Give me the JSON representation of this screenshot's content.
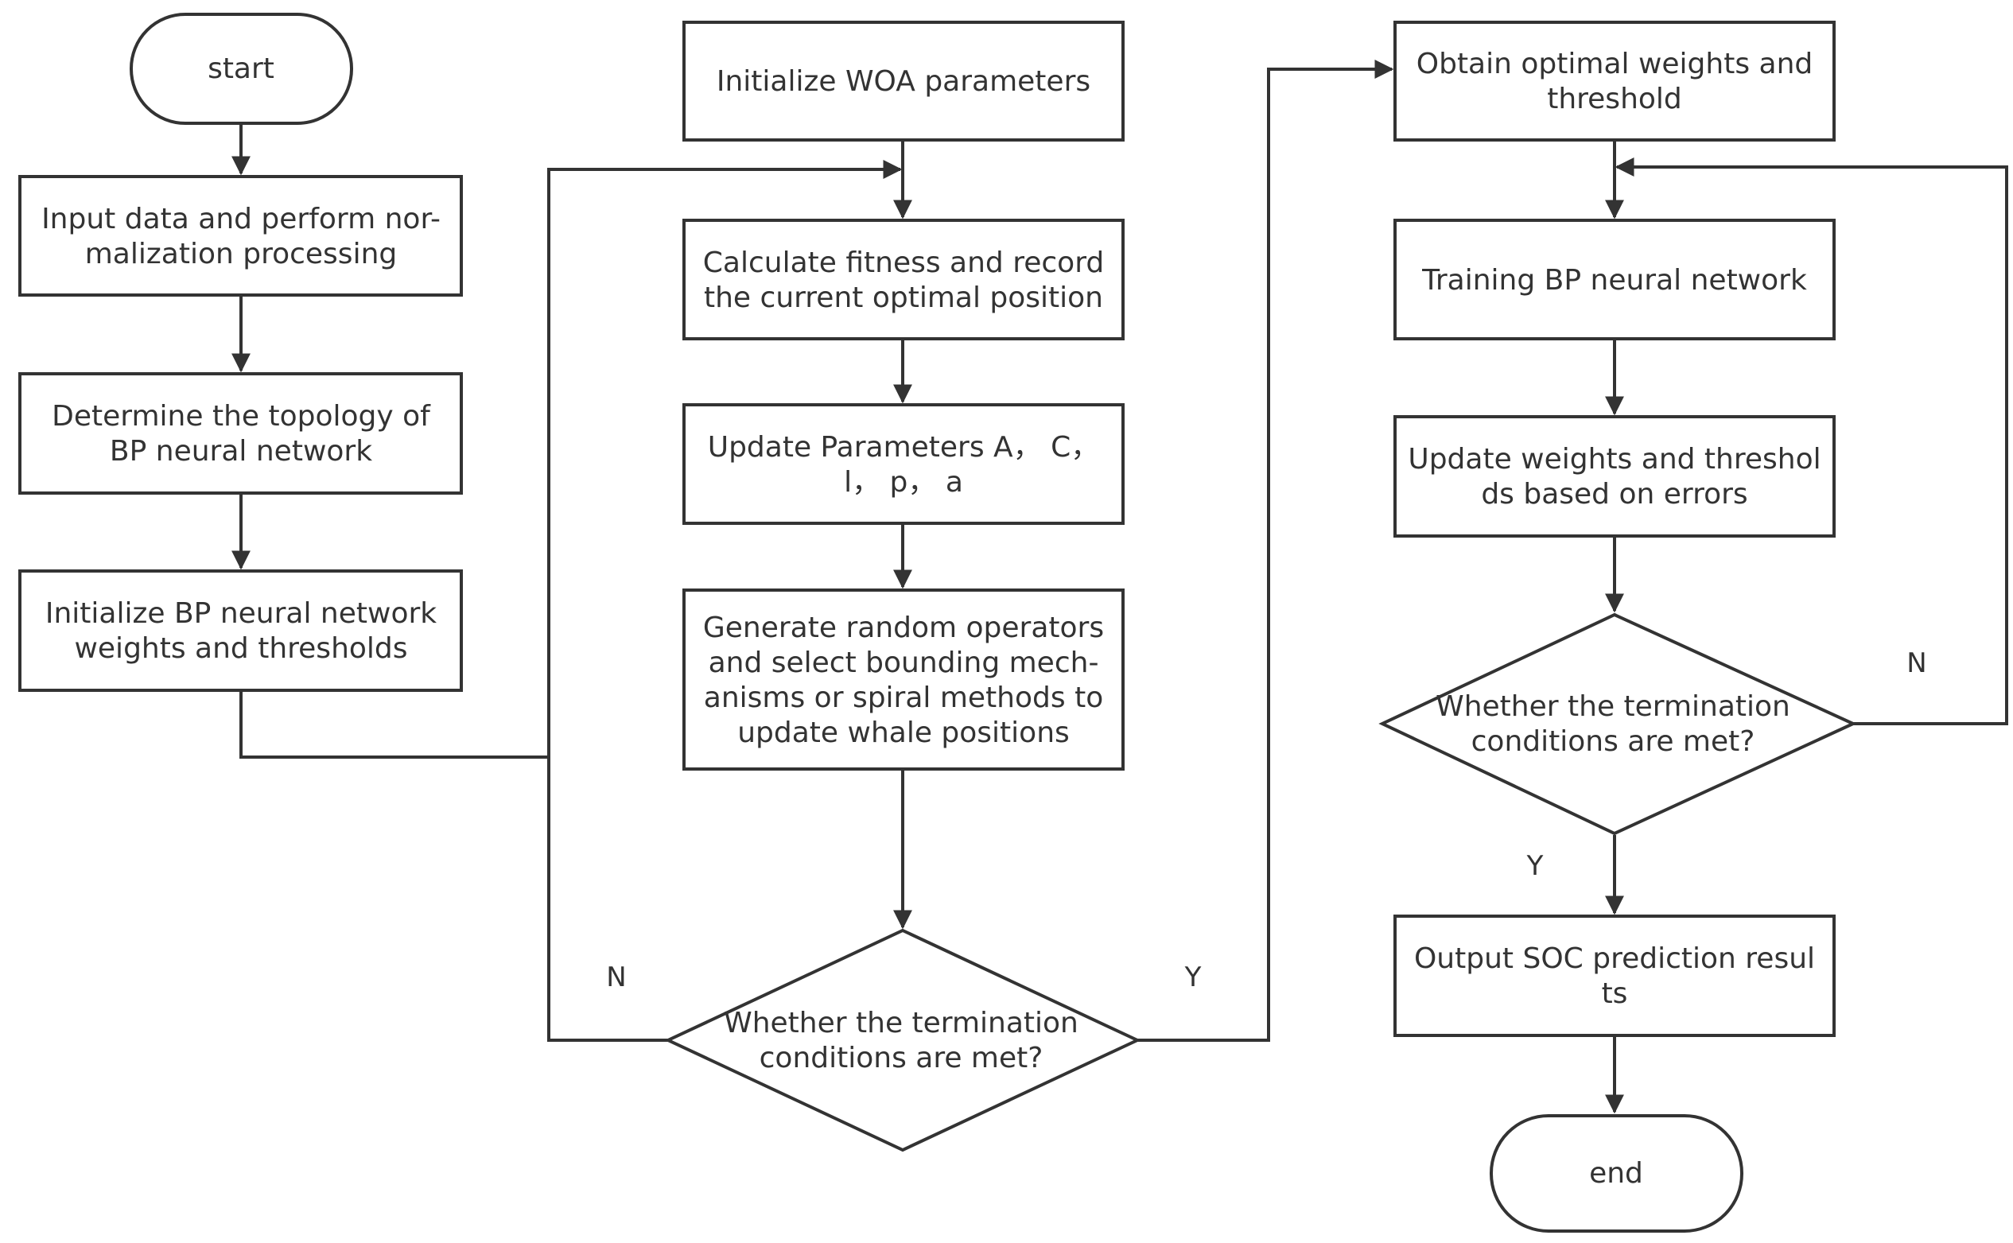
{
  "column1": {
    "start": "start",
    "input_data": [
      "Input data and perform nor-",
      "malization processing"
    ],
    "determine_topology": [
      "Determine the topology of",
      "BP neural network"
    ],
    "init_bp": [
      "Initialize BP neural network",
      "weights and thresholds"
    ]
  },
  "column2": {
    "init_woa": [
      "Initialize WOA parameters"
    ],
    "calc_fitness": [
      "Calculate fitness and record",
      "the current optimal position"
    ],
    "update_params": [
      "Update Parameters A， C，",
      "l， p， a"
    ],
    "generate_operators": [
      "Generate random operators",
      "and select bounding mech-",
      "anisms or spiral methods to",
      "update whale positions"
    ],
    "decision": [
      "Whether the termination",
      "conditions are met?"
    ],
    "label_no": "N",
    "label_yes": "Y"
  },
  "column3": {
    "obtain_optimal": [
      "Obtain optimal weights and",
      "threshold"
    ],
    "training": [
      "Training BP neural network"
    ],
    "update_weights": [
      "Update weights and threshol",
      "ds based on errors"
    ],
    "decision": [
      "Whether the termination",
      "conditions are met?"
    ],
    "label_no": "N",
    "label_yes": "Y",
    "output": [
      "Output SOC prediction resul",
      "ts"
    ],
    "end": "end"
  },
  "colors": {
    "stroke": "#333333",
    "text": "#333333",
    "background": "#ffffff"
  }
}
